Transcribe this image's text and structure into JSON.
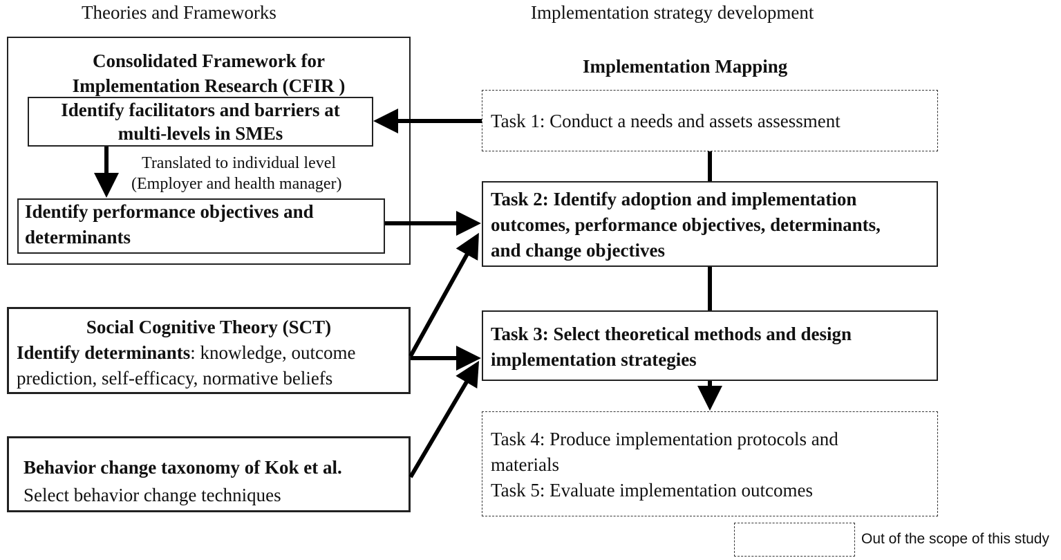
{
  "headers": {
    "left": "Theories and Frameworks",
    "right": "Implementation strategy development"
  },
  "cfir": {
    "title_line1": "Consolidated Framework for",
    "title_line2": "Implementation Research (CFIR )",
    "identify_line1": "Identify facilitators and barriers at",
    "identify_line2": "multi-levels in SMEs",
    "translated_line1": "Translated  to individual level",
    "translated_line2": "(Employer and health manager)",
    "perf_line1": "Identify performance objectives and",
    "perf_line2": "determinants"
  },
  "sct": {
    "title": "Social Cognitive Theory (SCT)",
    "line2_bold": "Identify determinants",
    "line2_rest": ": knowledge, outcome",
    "line3": "prediction, self-efficacy, normative beliefs"
  },
  "kok": {
    "title": "Behavior change taxonomy of Kok et al.",
    "subtitle": "Select behavior change techniques"
  },
  "mapping": {
    "title": "Implementation Mapping",
    "task1": "Task 1: Conduct a needs and assets assessment",
    "task2_line1": "Task 2: Identify adoption and implementation",
    "task2_line2": "outcomes, performance objectives, determinants,",
    "task2_line3": "and change objectives",
    "task3_line1": "Task 3: Select theoretical methods and design",
    "task3_line2": "implementation strategies",
    "task4_line1": "Task 4: Produce implementation protocols and",
    "task4_line2": "materials",
    "task5": "Task 5: Evaluate implementation outcomes"
  },
  "legend": {
    "label": "Out of the scope of this study"
  }
}
